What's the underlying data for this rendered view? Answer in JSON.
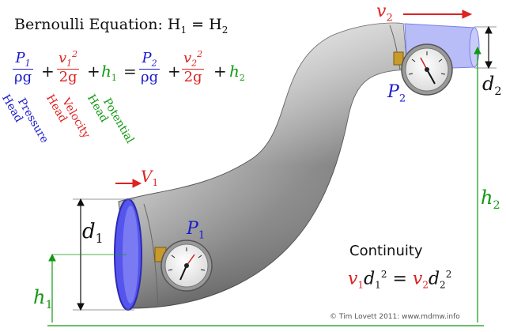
{
  "title": {
    "text": "Bernoulli Equation: H",
    "sub1": "1",
    "eq": " = H",
    "sub2": "2"
  },
  "equation": {
    "p1_num": "P",
    "p1_sub": "1",
    "p1_den": "ρg",
    "v1_num": "v",
    "v1_sub": "1",
    "v1_sup": "2",
    "v1_den": "2g",
    "h1": "h",
    "h1_sub": "1",
    "p2_num": "P",
    "p2_sub": "2",
    "p2_den": "ρg",
    "v2_num": "v",
    "v2_sub": "2",
    "v2_sup": "2",
    "v2_den": "2g",
    "h2": "h",
    "h2_sub": "2",
    "plus": "+",
    "equals": "="
  },
  "head_labels": {
    "pressure": [
      "Pressure",
      "Head"
    ],
    "velocity": [
      "Velocity",
      "Head"
    ],
    "potential": [
      "Potential",
      "Head"
    ]
  },
  "diagram_labels": {
    "v1": "V",
    "v1_sub": "1",
    "v2": "v",
    "v2_sub": "2",
    "p1": "P",
    "p1_sub": "1",
    "p2": "P",
    "p2_sub": "2",
    "d1": "d",
    "d1_sub": "1",
    "d2": "d",
    "d2_sub": "2",
    "h1": "h",
    "h1_sub": "1",
    "h2": "h",
    "h2_sub": "2"
  },
  "continuity": {
    "title": "Continuity",
    "v1": "v",
    "v1_sub": "1",
    "d1": "d",
    "d1_sub": "1",
    "d1_sup": "2",
    "eq": " = ",
    "v2": "v",
    "v2_sub": "2",
    "d2": "d",
    "d2_sub": "2",
    "d2_sup": "2"
  },
  "credit": "© Tim Lovett 2011: www.mdmw.info",
  "colors": {
    "pressure": "#1a1acc",
    "velocity": "#dd2222",
    "potential": "#119911",
    "pipe_end": "#5555ee"
  }
}
